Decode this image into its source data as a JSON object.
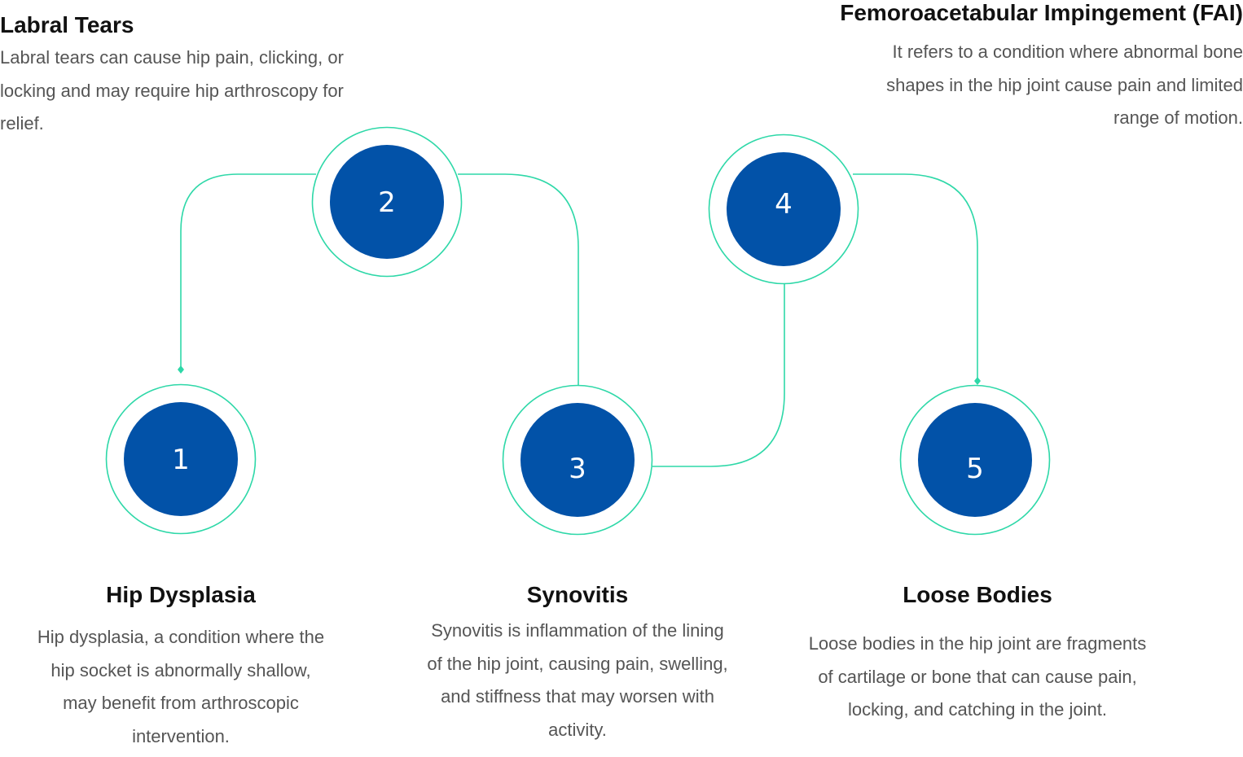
{
  "colors": {
    "node_fill": "#0252A8",
    "ring_stroke": "#2ED8A8",
    "connector": "#2ED8A8",
    "title_text": "#111111",
    "desc_text": "#555555"
  },
  "steps": [
    {
      "number": "1",
      "title": "Hip Dysplasia",
      "description": "Hip dysplasia, a condition where the hip socket is abnormally shallow, may benefit from arthroscopic intervention."
    },
    {
      "number": "2",
      "title": "Labral Tears",
      "description": "Labral tears can cause hip pain, clicking, or locking and may require hip arthroscopy for relief."
    },
    {
      "number": "3",
      "title": "Synovitis",
      "description": "Synovitis is inflammation of the lining of the hip joint, causing pain, swelling, and stiffness that may worsen with activity."
    },
    {
      "number": "4",
      "title": "Femoroacetabular Impingement (FAI)",
      "description": "It refers to a condition where abnormal bone shapes in the hip joint cause pain and limited range of motion."
    },
    {
      "number": "5",
      "title": "Loose Bodies",
      "description": "Loose bodies in the hip joint are fragments of cartilage or bone that can cause pain, locking, and catching in the joint."
    }
  ]
}
